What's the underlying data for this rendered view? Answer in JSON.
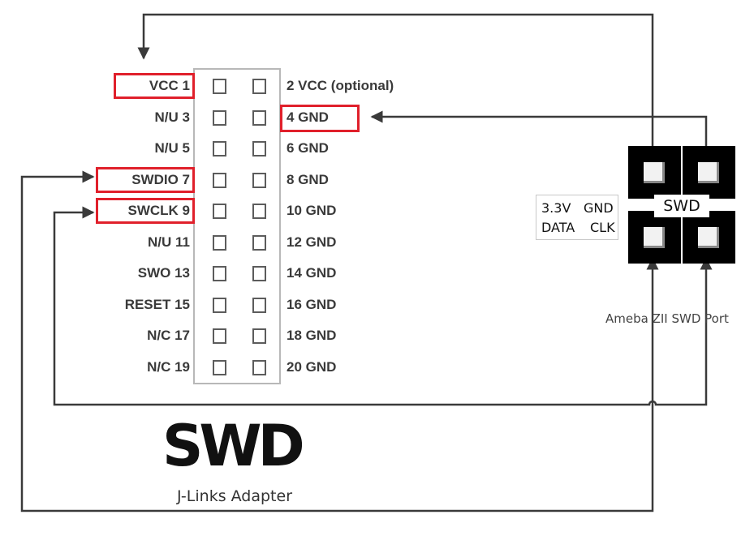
{
  "connector": {
    "logo_text": "SWD",
    "caption": "J-Links Adapter",
    "rows": [
      {
        "left": "VCC 1",
        "right": "2  VCC (optional)",
        "left_highlight": true,
        "right_highlight": false
      },
      {
        "left": "N/U 3",
        "right": "4  GND",
        "left_highlight": false,
        "right_highlight": true
      },
      {
        "left": "N/U 5",
        "right": "6  GND",
        "left_highlight": false,
        "right_highlight": false
      },
      {
        "left": "SWDIO 7",
        "right": "8  GND",
        "left_highlight": true,
        "right_highlight": false
      },
      {
        "left": "SWCLK 9",
        "right": "10  GND",
        "left_highlight": true,
        "right_highlight": false
      },
      {
        "left": "N/U 11",
        "right": "12  GND",
        "left_highlight": false,
        "right_highlight": false
      },
      {
        "left": "SWO 13",
        "right": "14  GND",
        "left_highlight": false,
        "right_highlight": false
      },
      {
        "left": "RESET 15",
        "right": "16  GND",
        "left_highlight": false,
        "right_highlight": false
      },
      {
        "left": "N/C 17",
        "right": "18  GND",
        "left_highlight": false,
        "right_highlight": false
      },
      {
        "left": "N/C 19",
        "right": "20  GND",
        "left_highlight": false,
        "right_highlight": false
      }
    ]
  },
  "port": {
    "title": "SWD",
    "legend": {
      "top_left": "3.3V",
      "top_right": "GND",
      "bottom_left": "DATA",
      "bottom_right": "CLK"
    },
    "caption": "Ameba ZII SWD Port"
  },
  "colors": {
    "highlight": "#e0202b",
    "wire": "#3a3a3a",
    "port": "#000000"
  }
}
